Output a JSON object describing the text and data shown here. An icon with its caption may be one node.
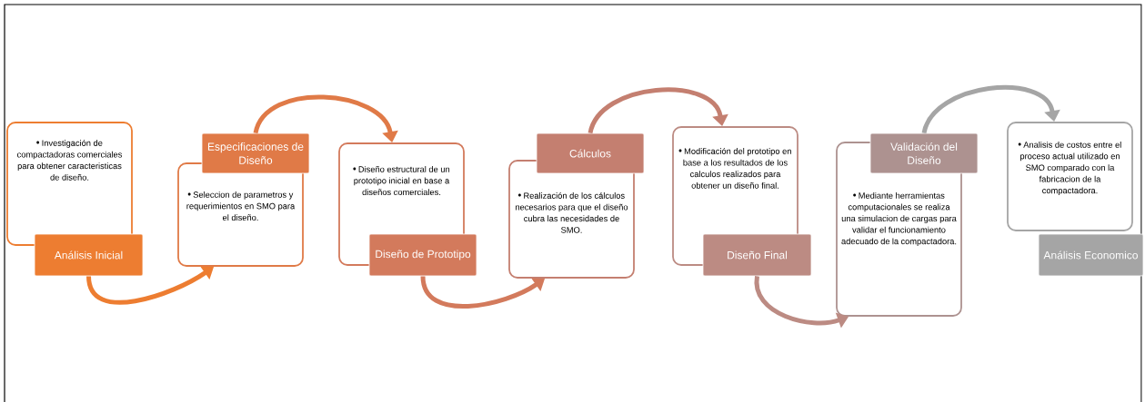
{
  "diagram": {
    "nodes": [
      {
        "text": [
          "Investigación de compactadoras comerciales para obtener caracteristicas de diseño."
        ]
      },
      {
        "text": [
          "Análisis Inicial"
        ]
      },
      {
        "text": [
          "Especificaciones de Diseño"
        ]
      },
      {
        "text": [
          "Seleccion de parametros y requerimientos en SMO para el diseño."
        ]
      },
      {
        "text": [
          "Diseño estructural de un prototipo inicial en base a diseños comerciales."
        ]
      },
      {
        "text": [
          "Diseño de Prototipo"
        ]
      },
      {
        "text": [
          "Cálculos"
        ]
      },
      {
        "text": [
          "Realización de los cálculos necesarios para que el diseño cubra las necesidades de SMO."
        ]
      },
      {
        "text": [
          "Modificación del prototipo en base a los resultados de los calculos realizados para obtener un diseño final."
        ]
      },
      {
        "text": [
          "Diseño Final"
        ]
      },
      {
        "text": [
          "Validación del Diseño"
        ]
      },
      {
        "text": [
          "Mediante herramientas computacionales se realiza una simulacion de cargas para validar el funcionamiento adecuado de la compactadora."
        ]
      },
      {
        "text": [
          "Analisis de costos entre el proceso actual utilizado en SMO comparado con la fabricacion de la compactadora."
        ]
      },
      {
        "text": [
          "Análisis Economico"
        ]
      }
    ],
    "edges": [
      {
        "from": 1,
        "to": 3,
        "arrow": "to",
        "color": "#ed7d31"
      },
      {
        "from": 2,
        "to": 4,
        "arrow": "to",
        "color": "#e07a47"
      },
      {
        "from": 5,
        "to": 7,
        "arrow": "to",
        "color": "#d37a5c"
      },
      {
        "from": 6,
        "to": 8,
        "arrow": "to",
        "color": "#c47f70"
      },
      {
        "from": 9,
        "to": 11,
        "arrow": "to",
        "color": "#bc8b83"
      },
      {
        "from": 10,
        "to": 12,
        "arrow": "to",
        "color": "#a5a5a5"
      }
    ]
  }
}
